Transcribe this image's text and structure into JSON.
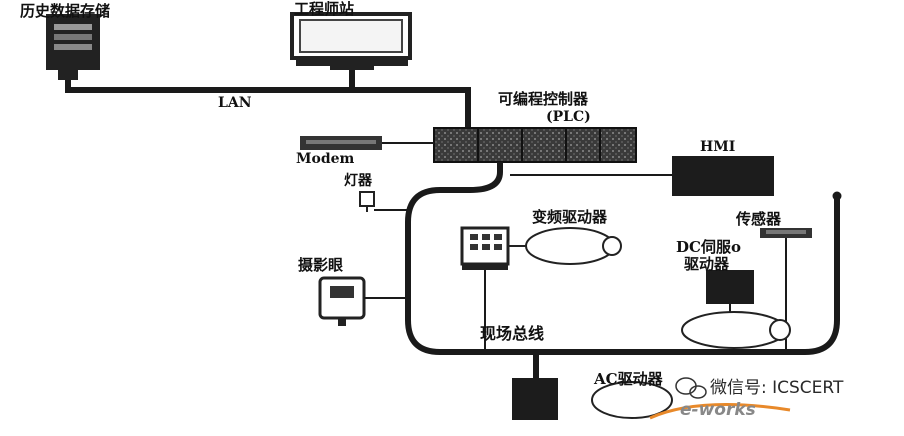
{
  "labels": {
    "history_storage": "历史数据存储",
    "engineering_station": "工程师站",
    "lan": "LAN",
    "plc_cn": "可编程控制器",
    "plc_en": "(PLC)",
    "modem": "Modem",
    "light": "灯器",
    "hmi": "HMI",
    "vfd": "变频驱动器",
    "sensor": "传感器",
    "dc_servo_line1": "DC伺服o",
    "dc_servo_line2": "驱动器",
    "camera": "摄影眼",
    "fieldbus": "现场总线",
    "ac_drive": "AC驱动器"
  },
  "watermark": {
    "wechat": "微信号: ICSCERT",
    "eworks": "e-works"
  },
  "colors": {
    "line": "#1a1a1a",
    "device_dark": "#1c1c1c",
    "eworks_orange": "#e8892a"
  }
}
